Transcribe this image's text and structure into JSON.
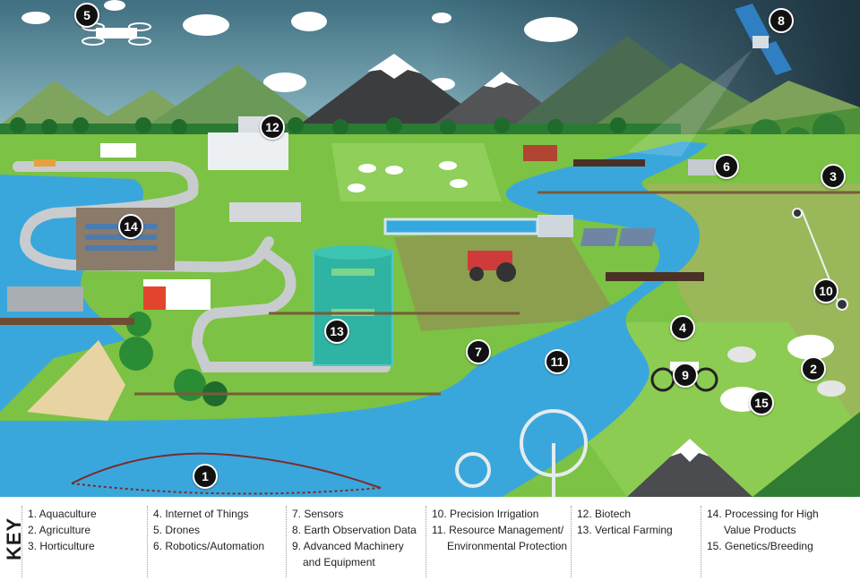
{
  "markers": [
    {
      "label": "1"
    },
    {
      "label": "2"
    },
    {
      "label": "3"
    },
    {
      "label": "4"
    },
    {
      "label": "5"
    },
    {
      "label": "6"
    },
    {
      "label": "7"
    },
    {
      "label": "8"
    },
    {
      "label": "9"
    },
    {
      "label": "10"
    },
    {
      "label": "11"
    },
    {
      "label": "12"
    },
    {
      "label": "13"
    },
    {
      "label": "14"
    },
    {
      "label": "15"
    }
  ],
  "key": {
    "title": "KEY",
    "columns": [
      [
        "1. Aquaculture",
        "2. Agriculture",
        "3. Horticulture"
      ],
      [
        "4. Internet of Things",
        "5. Drones",
        "6. Robotics/Automation"
      ],
      [
        "7. Sensors",
        "8. Earth Observation Data",
        "9. Advanced Machinery",
        "and Equipment"
      ],
      [
        "10. Precision Irrigation",
        "11. Resource Management/",
        "Environmental Protection"
      ],
      [
        "12. Biotech",
        "13. Vertical Farming"
      ],
      [
        "14. Processing for High",
        "Value Products",
        "15. Genetics/Breeding"
      ]
    ]
  }
}
